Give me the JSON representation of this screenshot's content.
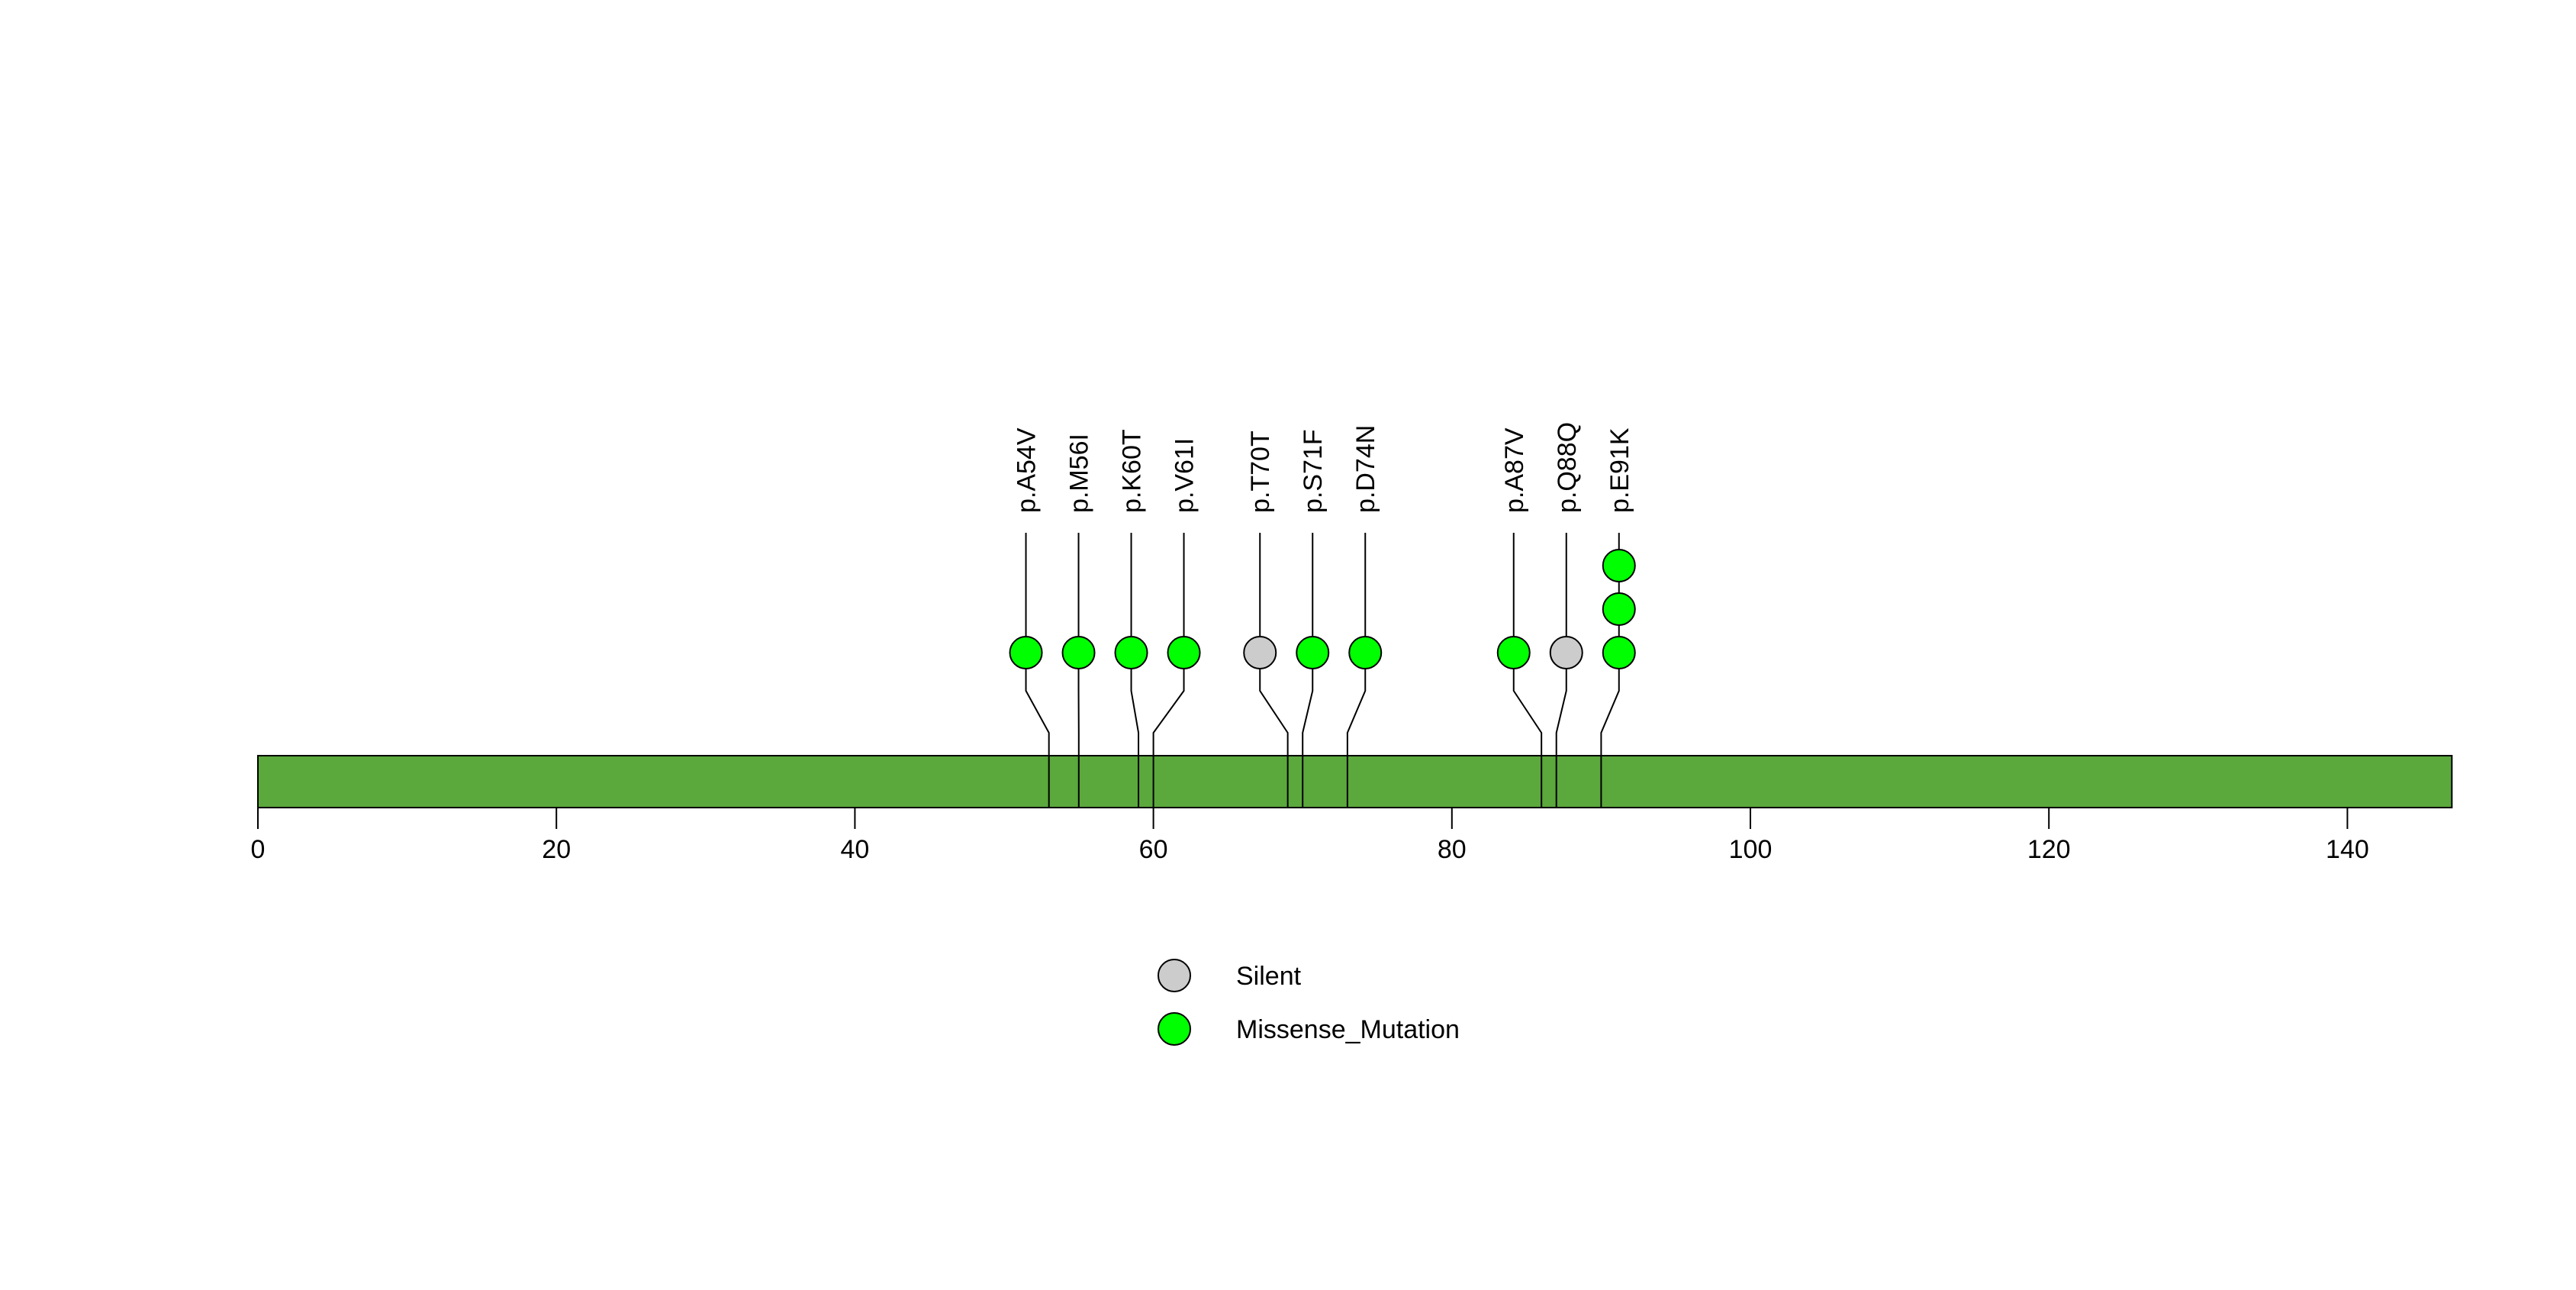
{
  "chart_data": {
    "type": "lollipop",
    "title": "",
    "description": "Protein lollipop mutation plot with plain domain bar, stems to mutated residues, per-mutation labels and a variant-classification legend",
    "background_color": "#FFFFFF",
    "protein_bar": {
      "start": 0,
      "end": 147,
      "color": "#5BA83C",
      "border_color": "#000000"
    },
    "x_axis": {
      "min": 0,
      "max": 147,
      "ticks": [
        0,
        20,
        40,
        60,
        80,
        100,
        120,
        140
      ],
      "tick_labels": [
        "0",
        "20",
        "40",
        "60",
        "80",
        "100",
        "120",
        "140"
      ]
    },
    "y_axis": {
      "visible": false
    },
    "grid": false,
    "mutations": [
      {
        "label": "p.A54V",
        "position": 54,
        "variant_class": "Missense_Mutation",
        "count": 1
      },
      {
        "label": "p.M56I",
        "position": 56,
        "variant_class": "Missense_Mutation",
        "count": 1
      },
      {
        "label": "p.K60T",
        "position": 60,
        "variant_class": "Missense_Mutation",
        "count": 1
      },
      {
        "label": "p.V61I",
        "position": 61,
        "variant_class": "Missense_Mutation",
        "count": 1
      },
      {
        "label": "p.T70T",
        "position": 70,
        "variant_class": "Silent",
        "count": 1
      },
      {
        "label": "p.S71F",
        "position": 71,
        "variant_class": "Missense_Mutation",
        "count": 1
      },
      {
        "label": "p.D74N",
        "position": 74,
        "variant_class": "Missense_Mutation",
        "count": 1
      },
      {
        "label": "p.A87V",
        "position": 87,
        "variant_class": "Missense_Mutation",
        "count": 1
      },
      {
        "label": "p.Q88Q",
        "position": 88,
        "variant_class": "Silent",
        "count": 1
      },
      {
        "label": "p.E91K",
        "position": 91,
        "variant_class": "Missense_Mutation",
        "count": 3
      }
    ],
    "variant_colors": {
      "Silent": "#CCCCCC",
      "Missense_Mutation": "#00FF00"
    },
    "marker_border_color": "#000000",
    "stem_color": "#000000",
    "legend": {
      "position": "bottom-center",
      "items": [
        {
          "label": "Silent",
          "color": "#CCCCCC"
        },
        {
          "label": "Missense_Mutation",
          "color": "#00FF00"
        }
      ]
    }
  }
}
